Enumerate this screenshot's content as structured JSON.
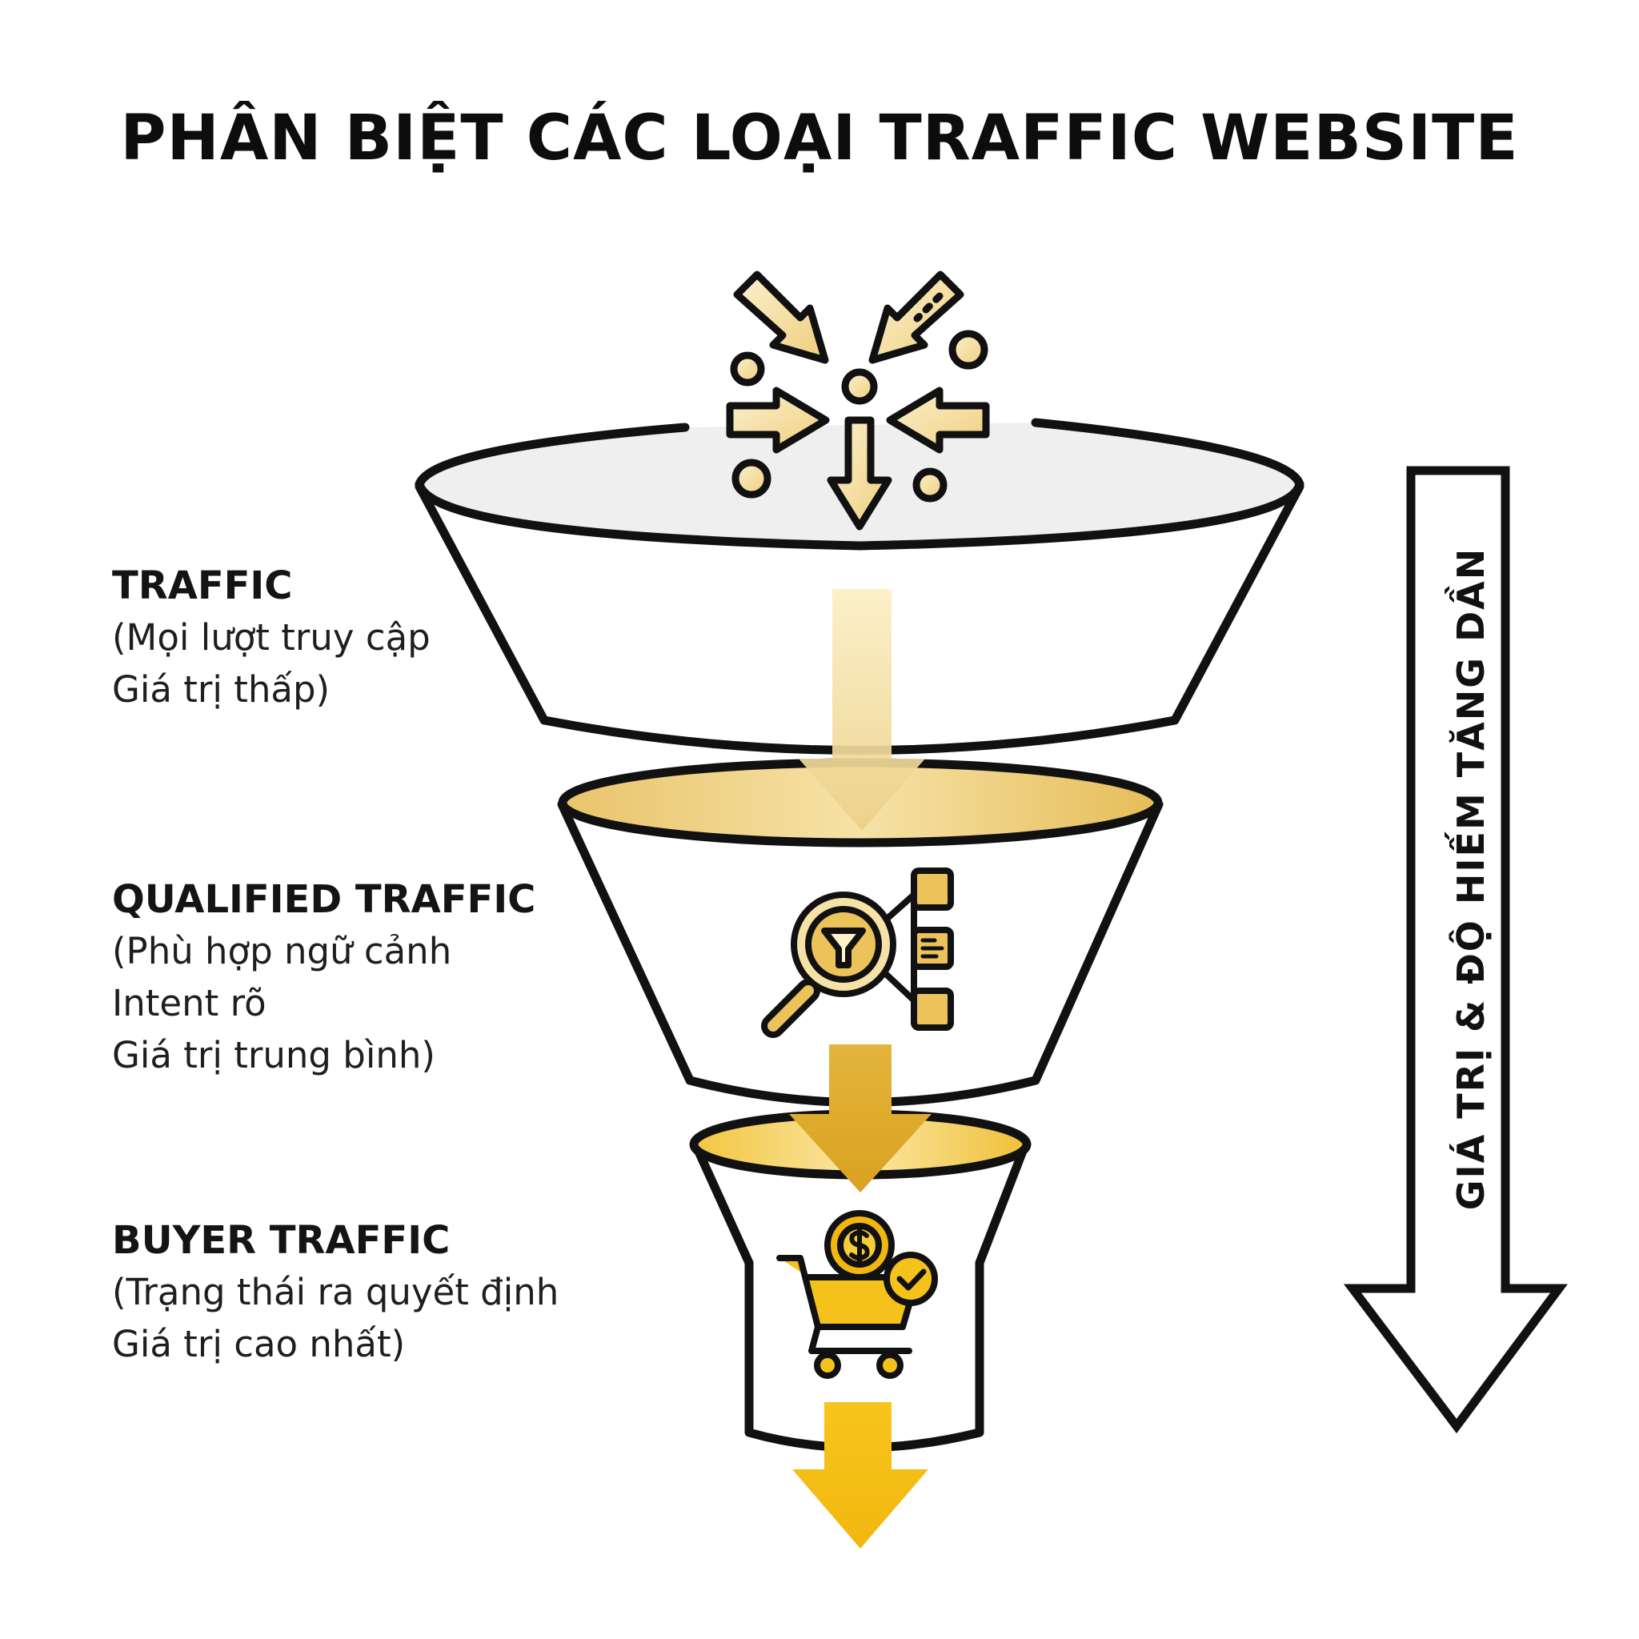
{
  "title": "PHÂN BIỆT CÁC LOẠI TRAFFIC WEBSITE",
  "stages": [
    {
      "name": "TRAFFIC",
      "lines": [
        "(Mọi lượt truy cập",
        "Giá trị thấp)"
      ],
      "icon": "converging-arrows-icon"
    },
    {
      "name": "QUALIFIED TRAFFIC",
      "lines": [
        "(Phù hợp ngữ cảnh",
        "Intent rõ",
        "Giá trị trung bình)"
      ],
      "icon": "magnifier-filter-icon"
    },
    {
      "name": "BUYER TRAFFIC",
      "lines": [
        "(Trạng thái ra quyết định",
        "Giá trị cao nhất)"
      ],
      "icon": "cart-dollar-check-icon"
    }
  ],
  "side_arrow": {
    "label": "GIÁ TRỊ & ĐỘ HIẾM TĂNG DẦN",
    "direction": "down"
  },
  "colors": {
    "outline": "#111111",
    "gold_light": "#f6e7b8",
    "gold_mid": "#ecc35a",
    "gold_dark": "#d9a21f",
    "gold_bright": "#f5c21b",
    "rim_top": "#efefef"
  }
}
